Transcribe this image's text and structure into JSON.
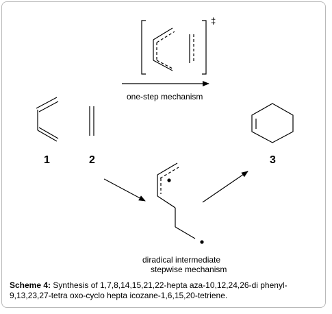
{
  "labels": {
    "compound1": "1",
    "compound2": "2",
    "compound3": "3",
    "dagger": "‡",
    "one_step": "one-step mechanism",
    "diradical": "diradical intermediate",
    "stepwise": "stepwise mechanism"
  },
  "caption": {
    "prefix": "Scheme 4:",
    "text": " Synthesis of 1,7,8,14,15,21,22-hepta aza-10,12,24,26-di phenyl-9,13,23,27-tetra oxo-cyclo hepta icozane-1,6,15,20-tetriene."
  }
}
